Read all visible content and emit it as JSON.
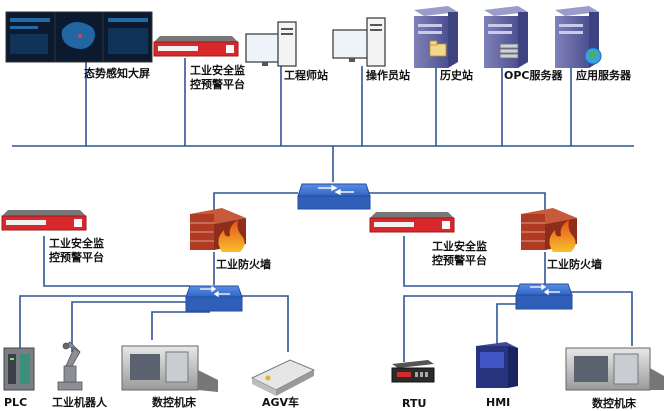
{
  "top_row": {
    "situation_screen": "态势感知大屏",
    "security_platform_line1": "工业安全监",
    "security_platform_line2": "控预警平台",
    "engineer_station": "工程师站",
    "operator_station": "操作员站",
    "history_station": "历史站",
    "opc_server": "OPC服务器",
    "app_server": "应用服务器"
  },
  "left_zone": {
    "security_platform_line1": "工业安全监",
    "security_platform_line2": "控预警平台",
    "firewall": "工业防火墙",
    "plc": "PLC",
    "robot": "工业机器人",
    "cnc": "数控机床",
    "agv": "AGV车"
  },
  "right_zone": {
    "security_platform_line1": "工业安全监",
    "security_platform_line2": "控预警平台",
    "firewall": "工业防火墙",
    "rtu": "RTU",
    "hmi": "HMI",
    "cnc": "数控机床"
  },
  "colors": {
    "line": "#2e5597",
    "switch": "#2f66c5",
    "device_red": "#d8282b",
    "server": "#6a6da6",
    "firewall_brick": "#b03a22",
    "flame": "#f28a1c"
  }
}
